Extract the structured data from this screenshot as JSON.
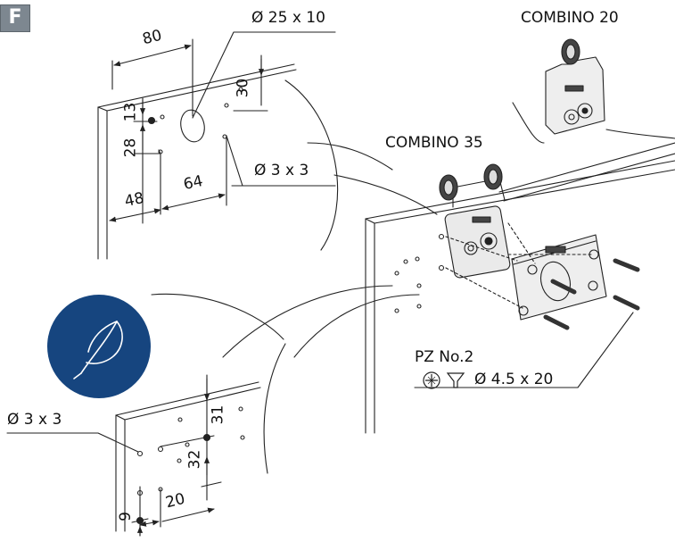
{
  "badge": {
    "letter": "F"
  },
  "product_labels": {
    "combino_20": "COMBINO 20",
    "combino_35": "COMBINO 35"
  },
  "hole_specs": {
    "top_large_hole": "Ø 25 x 10",
    "top_small_hole": "Ø 3 x 3",
    "bottom_small_hole": "Ø 3 x 3"
  },
  "screw_spec": {
    "drive": "PZ No.2",
    "size": "Ø 4.5 x 20"
  },
  "top_detail_dimensions": {
    "width": "80",
    "top_offset": "30",
    "upper_spacing": "13",
    "lower_spacing": "28",
    "edge_distance": "48",
    "hole_distance": "64"
  },
  "bottom_detail_dimensions": {
    "upper_spacing": "31",
    "lower_spacing": "32",
    "hole_offset": "20",
    "bottom_distance": "9"
  },
  "icons": {
    "badge": "square-letter-badge",
    "eco": "feather-icon",
    "pozidriv": "pozidriv-head-icon",
    "countersunk": "countersunk-screw-icon"
  },
  "colors": {
    "badge": "#7d8790",
    "eco_circle": "#16457f",
    "lines": "#222222"
  }
}
